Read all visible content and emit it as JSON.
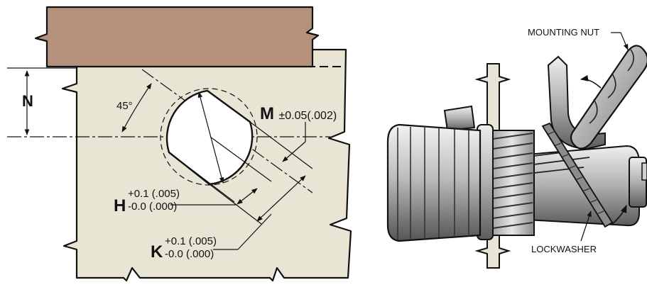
{
  "diagram": {
    "left": {
      "label_n": "N",
      "angle": "45°",
      "label_m": "M",
      "tol_m": "±0.05(.002)",
      "label_h": "H",
      "tol_h_plus": "+0.1 (.005)",
      "tol_h_minus": "-0.0 (.000)",
      "label_k": "K",
      "tol_k_plus": "+0.1 (.005)",
      "tol_k_minus": "-0.0 (.000)"
    },
    "right": {
      "mounting_nut": "MOUNTING NUT",
      "lockwasher": "LOCKWASHER"
    },
    "colors": {
      "panel_fill": "#e9e5d4",
      "rail_fill": "#b5917c",
      "line": "#111111",
      "metal_light": "#d8d8d8",
      "metal_mid": "#a8a8a8",
      "metal_dark": "#6a6a6a"
    }
  }
}
